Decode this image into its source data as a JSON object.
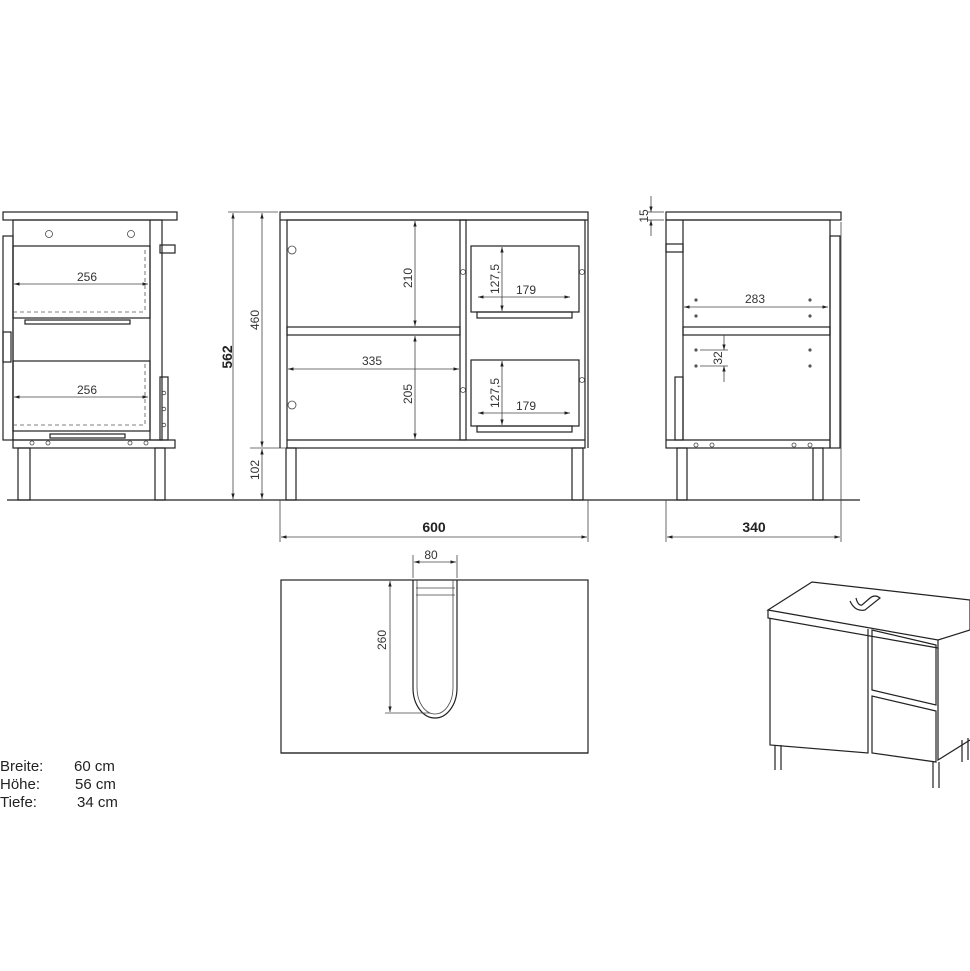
{
  "dimensions": {
    "side_left": {
      "drawer_width_upper": "256",
      "drawer_width_lower": "256",
      "total_height": "562",
      "body_height": "460",
      "leg_height": "102"
    },
    "front": {
      "upper_compartment": "210",
      "lower_compartment": "205",
      "inner_width": "335",
      "drawer_height_upper": "127,5",
      "drawer_width_upper": "179",
      "drawer_height_lower": "127,5",
      "drawer_width_lower": "179",
      "total_width": "600"
    },
    "side_right": {
      "top_thickness": "15",
      "inner_depth": "283",
      "hole_spacing": "32",
      "total_depth": "340"
    },
    "top_view": {
      "cutout_width": "80",
      "cutout_depth": "260"
    }
  },
  "specs": [
    {
      "label": "Breite:",
      "value": "60 cm"
    },
    {
      "label": "Höhe:",
      "value": "56 cm"
    },
    {
      "label": "Tiefe:",
      "value": "34 cm"
    }
  ]
}
